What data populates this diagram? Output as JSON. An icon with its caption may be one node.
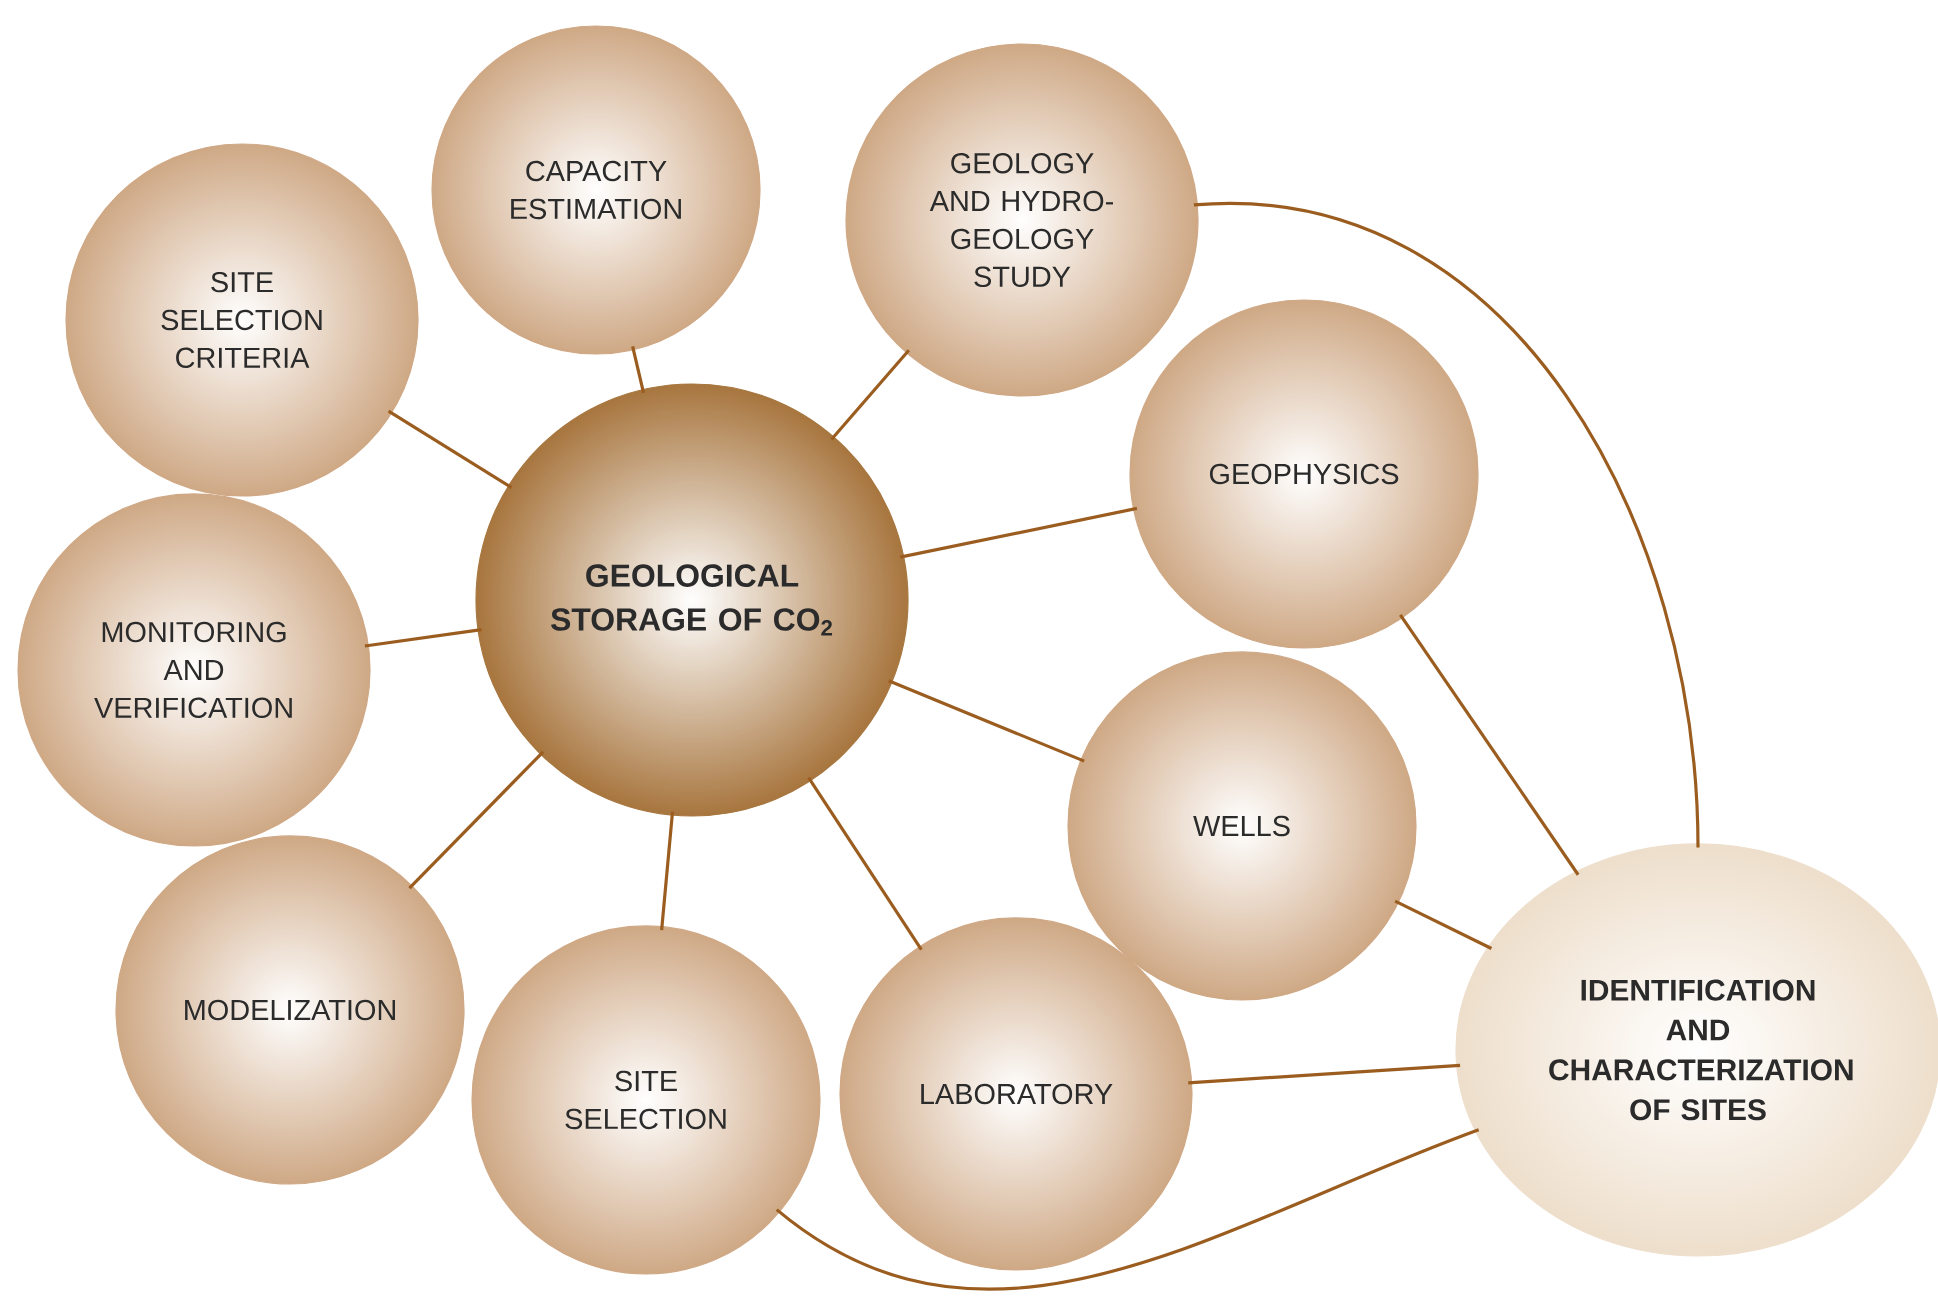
{
  "diagram": {
    "nodes": [
      {
        "text": [
          "GEOLOGICAL STORAGE OF CO$_{2}$"
        ]
      },
      {
        "text": [
          "SITE SELECTION CRITERIA"
        ]
      },
      {
        "text": [
          "CAPACITY ESTIMATION"
        ]
      },
      {
        "text": [
          "GEOLOGY AND HYDRO-GEOLOGY STUDY"
        ]
      },
      {
        "text": [
          "GEOPHYSICS"
        ]
      },
      {
        "text": [
          "MONITORING AND VERIFICATION"
        ]
      },
      {
        "text": [
          "WELLS"
        ]
      },
      {
        "text": [
          "MODELIZATION"
        ]
      },
      {
        "text": [
          "SITE SELECTION"
        ]
      },
      {
        "text": [
          "LABORATORY"
        ]
      },
      {
        "text": [
          "IDENTIFICATION AND CHARACTERIZATION OF SITES"
        ]
      }
    ],
    "edges": [
      {
        "from": 0,
        "to": 1,
        "arrow": "none"
      },
      {
        "from": 0,
        "to": 2,
        "arrow": "none"
      },
      {
        "from": 0,
        "to": 3,
        "arrow": "none"
      },
      {
        "from": 0,
        "to": 4,
        "arrow": "none"
      },
      {
        "from": 0,
        "to": 5,
        "arrow": "none"
      },
      {
        "from": 0,
        "to": 6,
        "arrow": "none"
      },
      {
        "from": 0,
        "to": 7,
        "arrow": "none"
      },
      {
        "from": 0,
        "to": 8,
        "arrow": "none"
      },
      {
        "from": 0,
        "to": 9,
        "arrow": "none"
      },
      {
        "from": 3,
        "to": 10,
        "arrow": "none"
      },
      {
        "from": 4,
        "to": 10,
        "arrow": "none"
      },
      {
        "from": 6,
        "to": 10,
        "arrow": "none"
      },
      {
        "from": 9,
        "to": 10,
        "arrow": "none"
      },
      {
        "from": 8,
        "to": 10,
        "arrow": "none"
      }
    ]
  }
}
